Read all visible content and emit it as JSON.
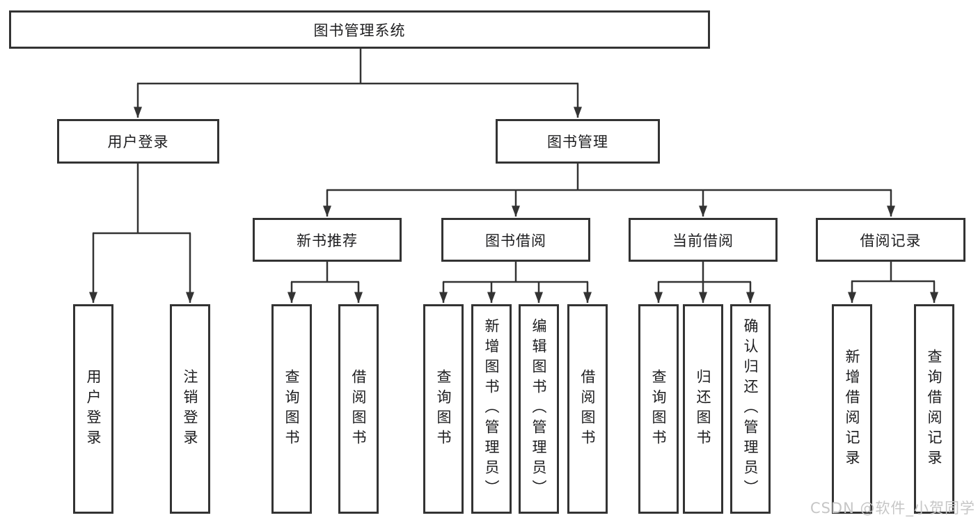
{
  "colors": {
    "line": "#333333",
    "box_border": "#333333",
    "text": "#1d1d1f",
    "watermark": "#c6c6c6",
    "background": "#ffffff"
  },
  "watermark": "CSDN @软件_小贺同学",
  "tree": {
    "root": "图书管理系统",
    "user_login": {
      "label": "用户登录",
      "children": {
        "login": "用户登录",
        "logout": "注销登录"
      }
    },
    "book_management": {
      "label": "图书管理",
      "children": {
        "new_book_rec": {
          "label": "新书推荐",
          "children": {
            "query": "查询图书",
            "borrow": "借阅图书"
          }
        },
        "book_borrow": {
          "label": "图书借阅",
          "children": {
            "query": "查询图书",
            "add": "新增图书（管理员）",
            "edit": "编辑图书（管理员）",
            "borrow": "借阅图书"
          }
        },
        "current_borrow": {
          "label": "当前借阅",
          "children": {
            "query": "查询图书",
            "return": "归还图书",
            "confirm": "确认归还（管理员）"
          }
        },
        "borrow_records": {
          "label": "借阅记录",
          "children": {
            "add": "新增借阅记录",
            "query": "查询借阅记录"
          }
        }
      }
    }
  }
}
